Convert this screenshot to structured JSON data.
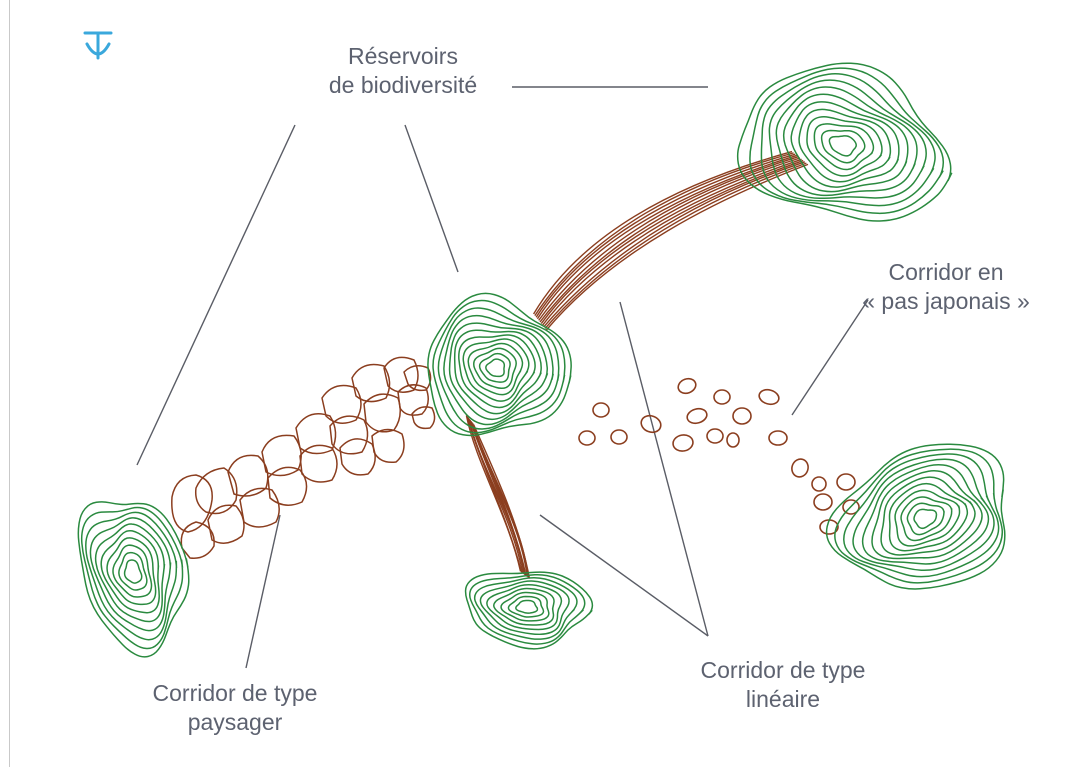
{
  "labels": {
    "reservoirs": {
      "line1": "Réservoirs",
      "line2": "de biodiversité"
    },
    "pas_japonais": {
      "line1": "Corridor en",
      "line2": "« pas japonais »"
    },
    "paysager": {
      "line1": "Corridor de type",
      "line2": "paysager"
    },
    "lineaire": {
      "line1": "Corridor de type",
      "line2": "linéaire"
    }
  },
  "icons": {
    "corner": "anchor-icon"
  },
  "colors": {
    "reservoir": "#2a8a3f",
    "corridor": "#8b3e1f",
    "text": "#5d6270",
    "icon": "#3aa8dc",
    "leader": "#5a5d66"
  }
}
